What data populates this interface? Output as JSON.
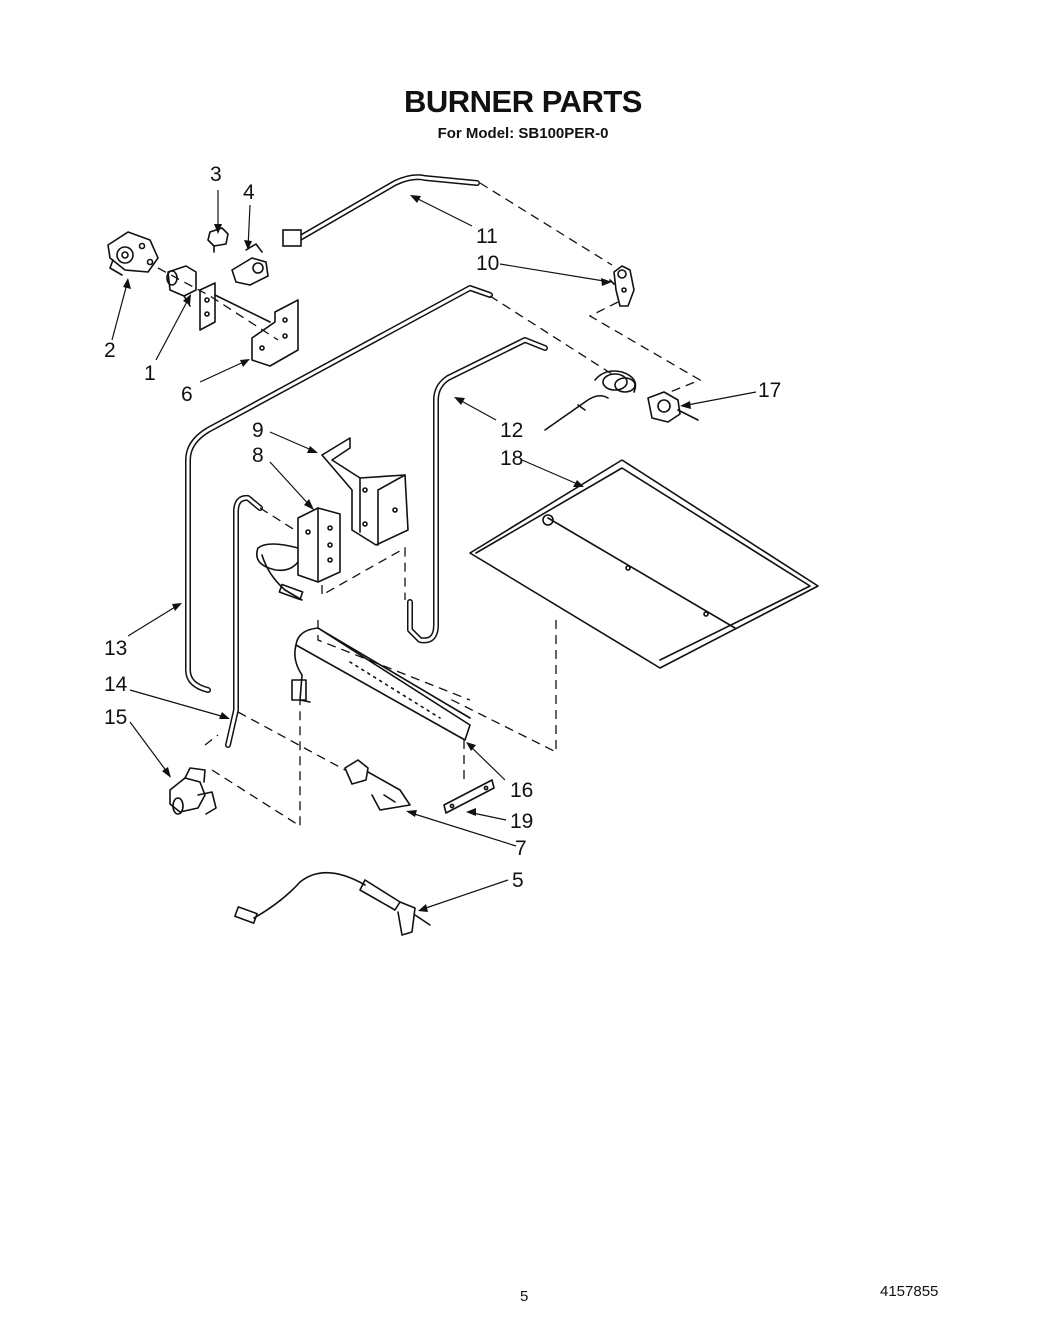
{
  "header": {
    "title": "BURNER PARTS",
    "subtitle": "For Model: SB100PER-0"
  },
  "callouts": {
    "c1": "1",
    "c2": "2",
    "c3": "3",
    "c4": "4",
    "c5": "5",
    "c6": "6",
    "c7": "7",
    "c8": "8",
    "c9": "9",
    "c10": "10",
    "c11": "11",
    "c12": "12",
    "c13": "13",
    "c14": "14",
    "c15": "15",
    "c16": "16",
    "c17": "17",
    "c18": "18",
    "c19": "19"
  },
  "footer": {
    "page_number": "5",
    "doc_number": "4157855"
  }
}
